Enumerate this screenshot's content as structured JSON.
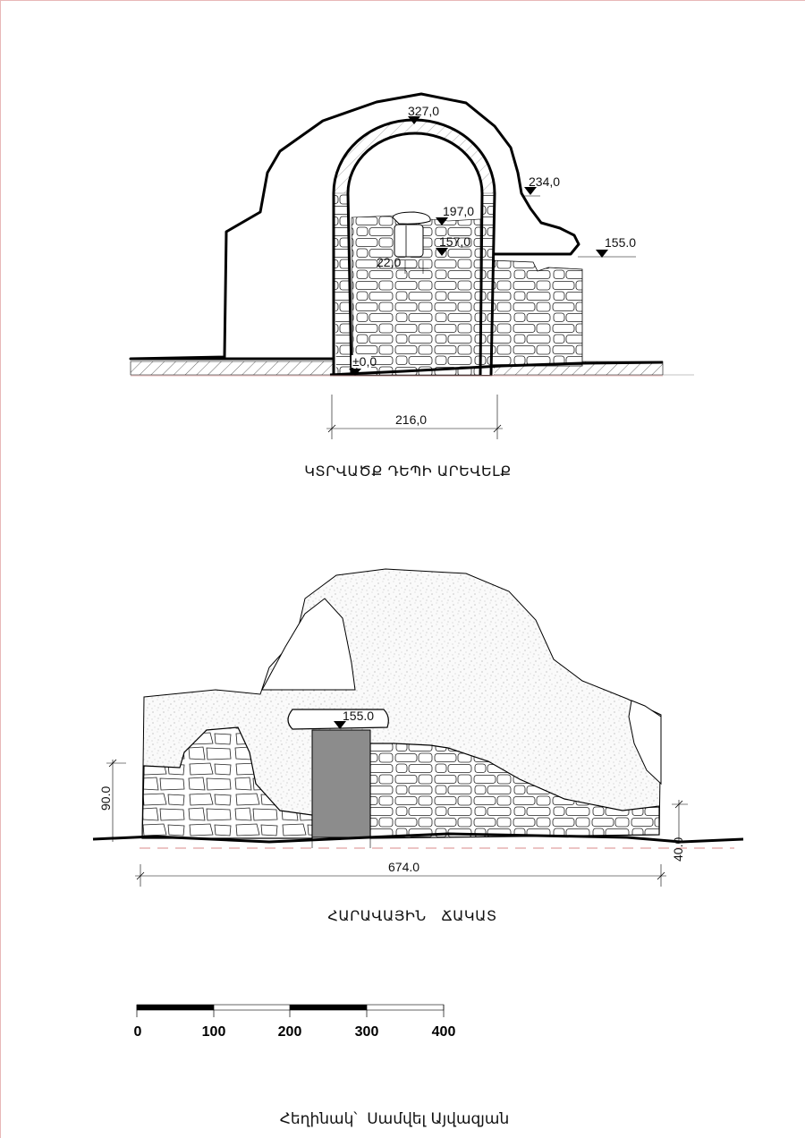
{
  "section_east": {
    "title": "ԿՏՐՎԱԾՔ ԴԵՊԻ ԱՐԵՎԵԼՔ",
    "elevations": {
      "top": "327,0",
      "ledge": "234,0",
      "lintel_top": "197,0",
      "lintel_bottom": "157,0",
      "right": "155.0",
      "base": "±0,0"
    },
    "dims": {
      "niche_depth": "22,0",
      "width": "216,0"
    }
  },
  "facade_south": {
    "title": "ՀԱՐԱՎԱՅԻՆ   ՃԱԿԱՏ",
    "elevation": "155.0",
    "dims": {
      "length": "674.0",
      "left_height": "90.0",
      "right_height": "40.0"
    }
  },
  "scale_bar": {
    "labels": [
      "0",
      "100",
      "200",
      "300",
      "400"
    ]
  },
  "author": "Հեղինակ՝  Սամվել Այվազյան",
  "colors": {
    "pillar": "#8c8c8c",
    "datum_line": "#e0a0a0"
  }
}
